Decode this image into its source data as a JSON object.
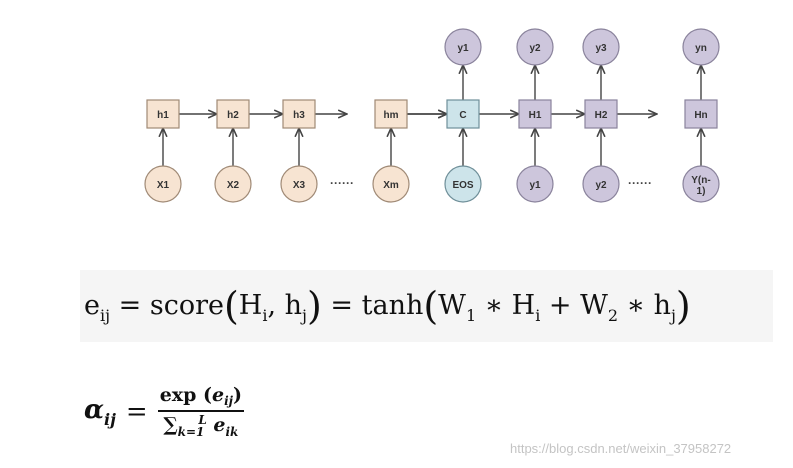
{
  "diagram": {
    "encoder_hidden": [
      "h1",
      "h2",
      "h3",
      "hm"
    ],
    "encoder_inputs": [
      "X1",
      "X2",
      "X3",
      "Xm"
    ],
    "context": "C",
    "context_input": "EOS",
    "context_output": "y1",
    "decoder_hidden": [
      "H1",
      "H2",
      "Hn"
    ],
    "decoder_inputs": [
      "y1",
      "y2",
      "Y(n-1)"
    ],
    "decoder_outputs": [
      "y2",
      "y3",
      "yn"
    ],
    "ellipsis": "······",
    "colors": {
      "encoder_fill": "#f7e4d2",
      "encoder_stroke": "#a08a76",
      "context_fill": "#cde4ea",
      "context_stroke": "#6f8f99",
      "decoder_fill": "#cdc6dc",
      "decoder_stroke": "#8a839c"
    }
  },
  "formulas": {
    "score": {
      "lhs": "e",
      "lhs_sub": "ij",
      "eq1": " = score",
      "H": "H",
      "H_sub": "i",
      "comma": ", h",
      "h_sub": "j",
      "eq2": " = tanh",
      "w1": "W",
      "w1_sub": "1",
      "mul1": " ∗ H",
      "H2_sub": "i",
      "plus": " + W",
      "w2_sub": "2",
      "mul2": " ∗ h",
      "h2_sub": "j"
    },
    "alpha": {
      "lhs": "α",
      "lhs_sub": "ij",
      "eq": "=",
      "num": "exp (",
      "num_var": "e",
      "num_sub": "ij",
      "num_close": ")",
      "den_sum": "∑",
      "den_sup": "L",
      "den_sub": "k=1",
      "den_var": "e",
      "den_var_sub": "ik"
    }
  },
  "watermark": "https://blog.csdn.net/weixin_37958272"
}
